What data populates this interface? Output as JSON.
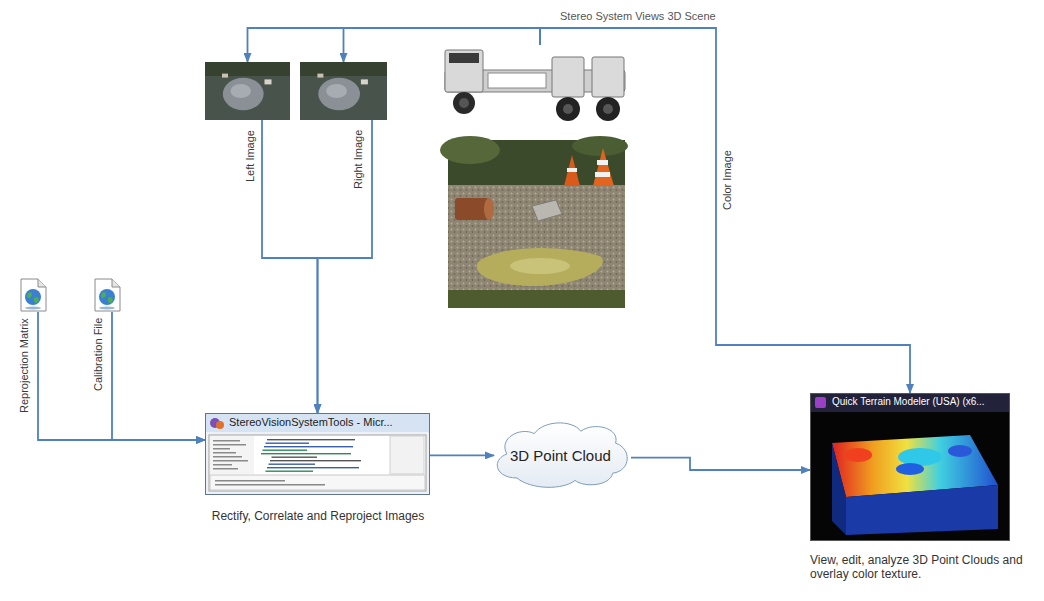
{
  "diagram": {
    "nodes": [
      {
        "text": [
          "Stereo System Views 3D Scene"
        ]
      },
      {
        "text": [
          "Left Image"
        ]
      },
      {
        "text": [
          "Right Image"
        ]
      },
      {
        "text": [
          "Reprojection Matrix"
        ]
      },
      {
        "text": [
          "Calibration File"
        ]
      },
      {
        "text": [
          "StereoVisionSystemTools - Micr...",
          "Rectify, Correlate and Reproject Images"
        ]
      },
      {
        "text": [
          "3D Point Cloud"
        ]
      },
      {
        "text": [
          "Quick Terrain Modeler (USA) (x6...",
          "View, edit, analyze 3D Point Clouds and overlay color texture."
        ]
      }
    ],
    "edges": [
      {
        "from": 0,
        "to": 1,
        "arrow": "to"
      },
      {
        "from": 0,
        "to": 2,
        "arrow": "to"
      },
      {
        "from": 0,
        "to": 7,
        "arrow": "to",
        "label": "Color Image"
      },
      {
        "from": 1,
        "to": 5,
        "arrow": "to"
      },
      {
        "from": 2,
        "to": 5,
        "arrow": "to"
      },
      {
        "from": 3,
        "to": 5,
        "arrow": "to"
      },
      {
        "from": 4,
        "to": 5,
        "arrow": "to"
      },
      {
        "from": 5,
        "to": 6,
        "arrow": "to"
      },
      {
        "from": 6,
        "to": 7,
        "arrow": "to"
      }
    ]
  }
}
